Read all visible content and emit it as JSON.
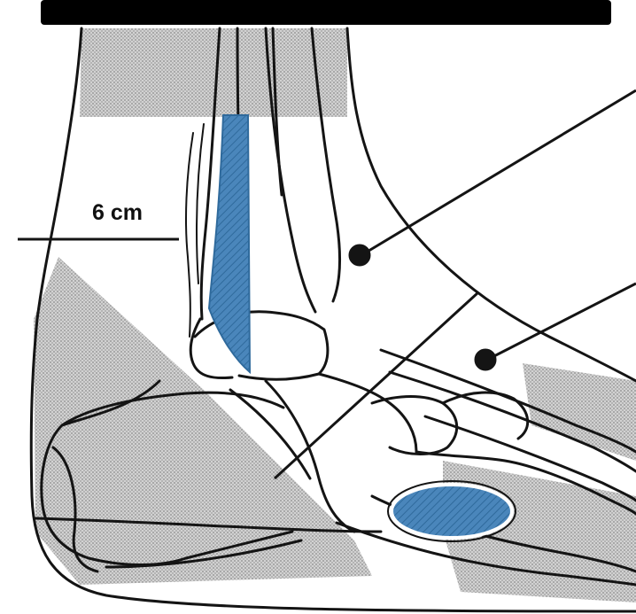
{
  "figure": {
    "measurement_label": "6 cm",
    "colors": {
      "incision": "#3f7fb3",
      "incision_pattern": "#2f6a9c",
      "shading": "#c4c4c4",
      "outline": "#141414",
      "top_bar": "#000000"
    },
    "icons": [
      "anatomical-line-drawing",
      "pointer-marker-dot",
      "hatched-incision"
    ]
  }
}
